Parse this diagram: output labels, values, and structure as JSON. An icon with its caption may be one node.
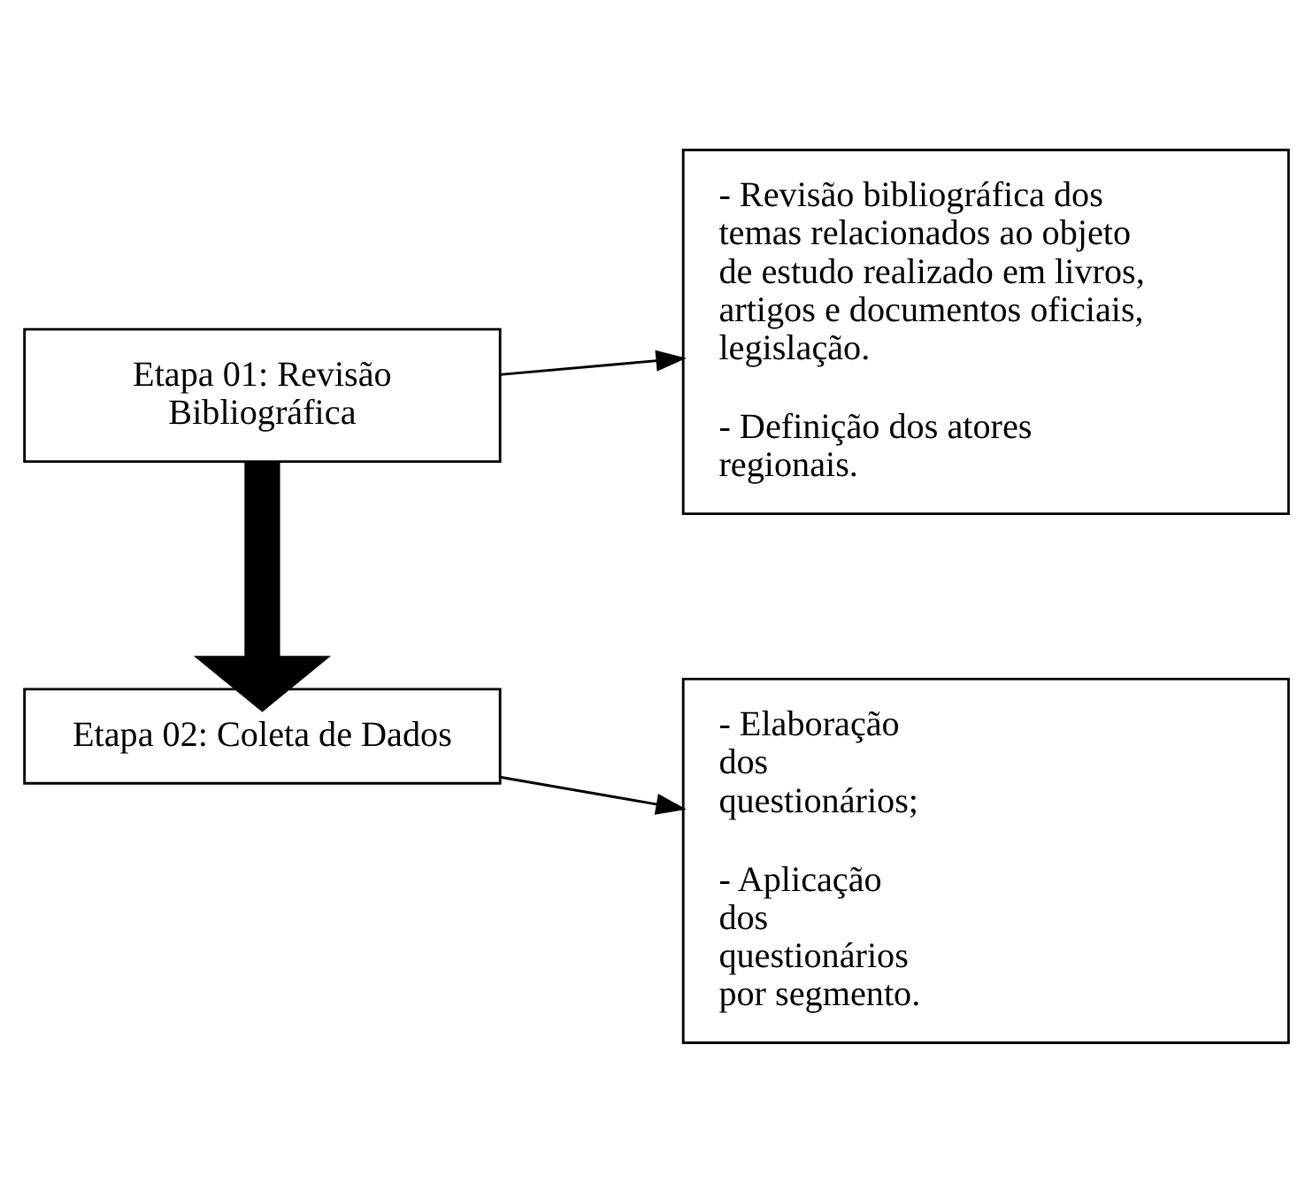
{
  "diagram": {
    "nodes": [
      {
        "text": [
          "Etapa 01: Revisão Bibliográfica"
        ]
      },
      {
        "text": [
          "- Revisão bibliográfica dos temas relacionados ao objeto de estudo realizado em livros, artigos e documentos oficiais, legislação.",
          "- Definição dos atores regionais."
        ]
      },
      {
        "text": [
          "Etapa 02: Coleta de Dados"
        ]
      },
      {
        "text": [
          "- Elaboração dos questionários;",
          "- Aplicação dos questionários por segmento."
        ]
      }
    ],
    "edges": [
      {
        "from": 0,
        "to": 1,
        "arrow": "to"
      },
      {
        "from": 0,
        "to": 2,
        "arrow": "to",
        "style": "thick"
      },
      {
        "from": 2,
        "to": 3,
        "arrow": "to"
      }
    ]
  }
}
